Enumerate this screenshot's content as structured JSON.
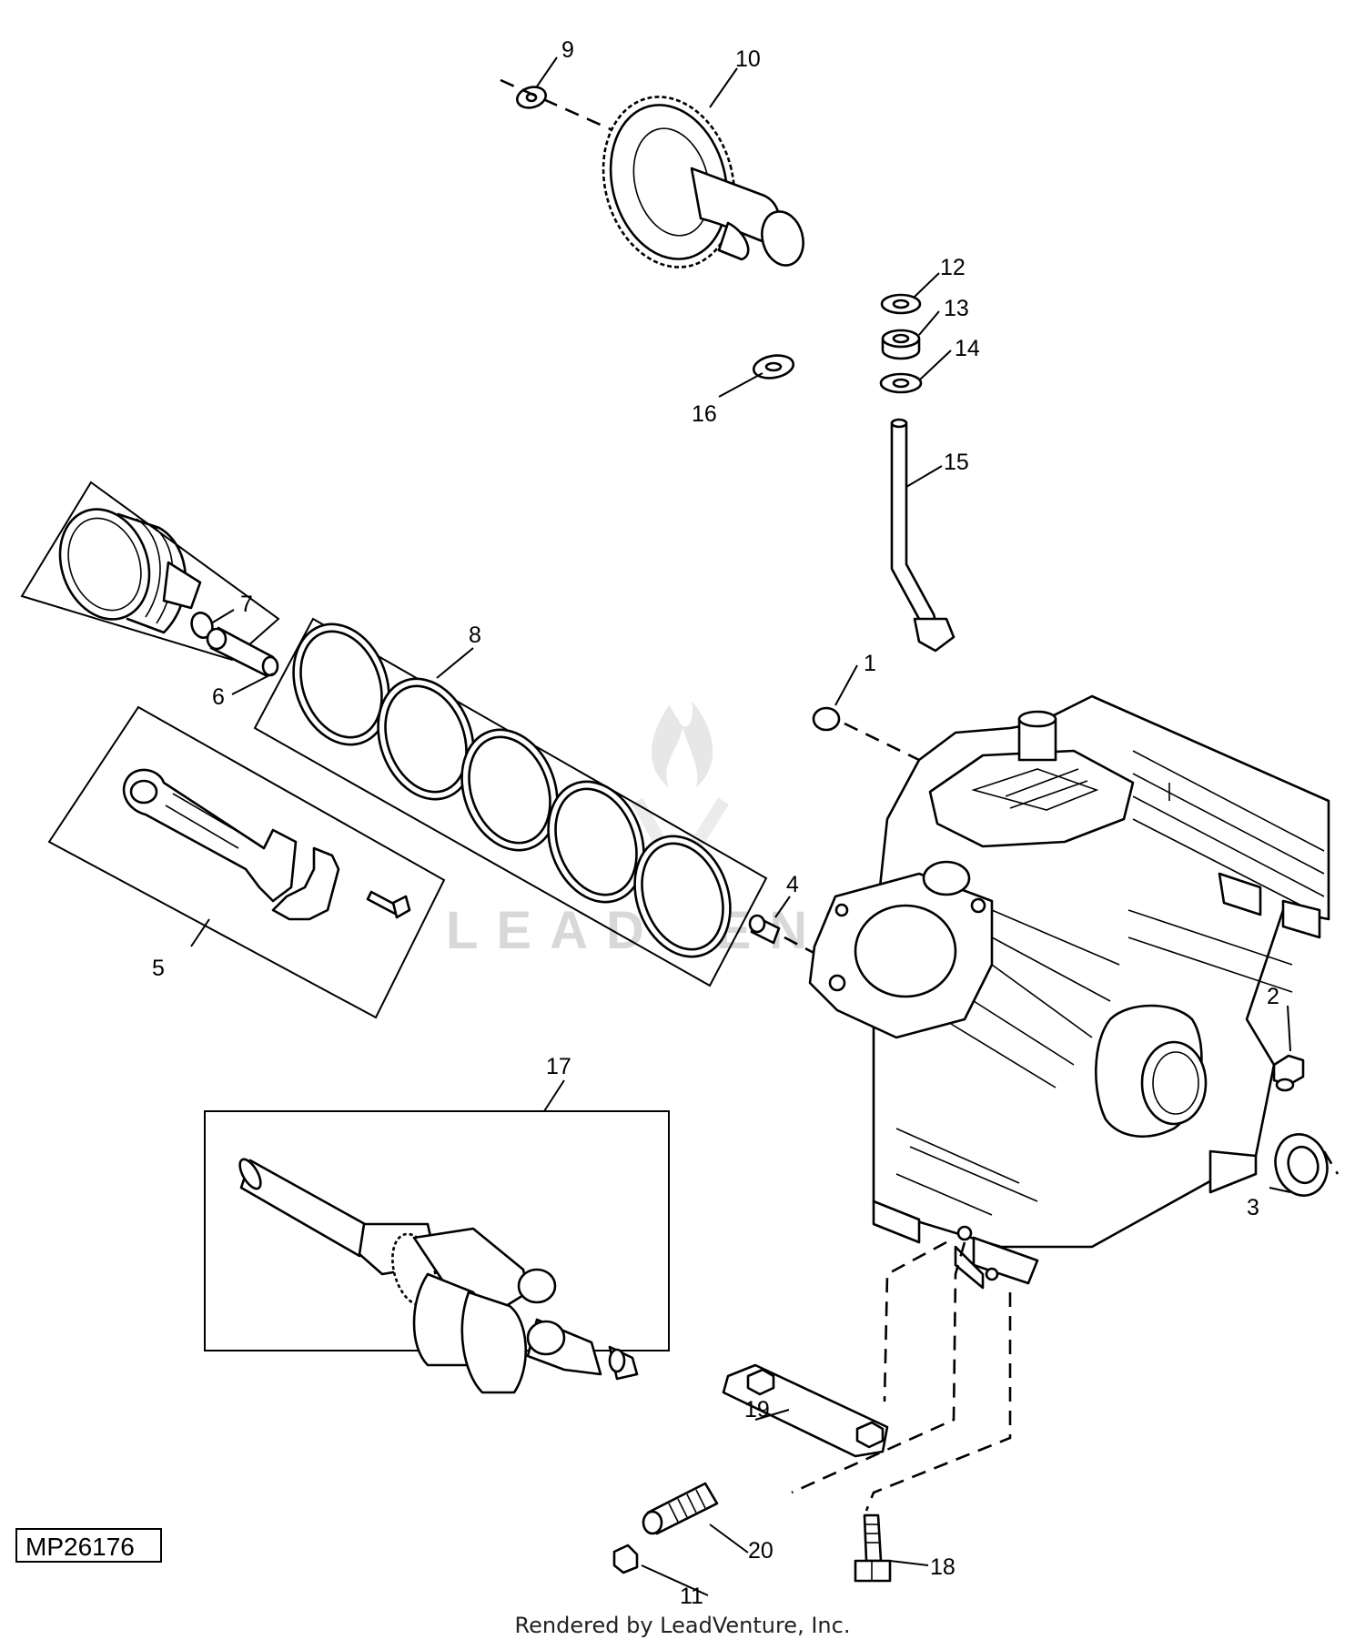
{
  "diagram": {
    "id_label": "MP26176",
    "watermark": "LEADVENTURE",
    "footer": "Rendered by LeadVenture, Inc.",
    "callouts": {
      "c1": "1",
      "c2": "2",
      "c3": "3",
      "c4": "4",
      "c5": "5",
      "c6": "6",
      "c7": "7",
      "c8": "8",
      "c9": "9",
      "c10": "10",
      "c11": "11",
      "c12": "12",
      "c13": "13",
      "c14": "14",
      "c15": "15",
      "c16": "16",
      "c17": "17",
      "c18": "18",
      "c19": "19",
      "c20": "20"
    }
  }
}
